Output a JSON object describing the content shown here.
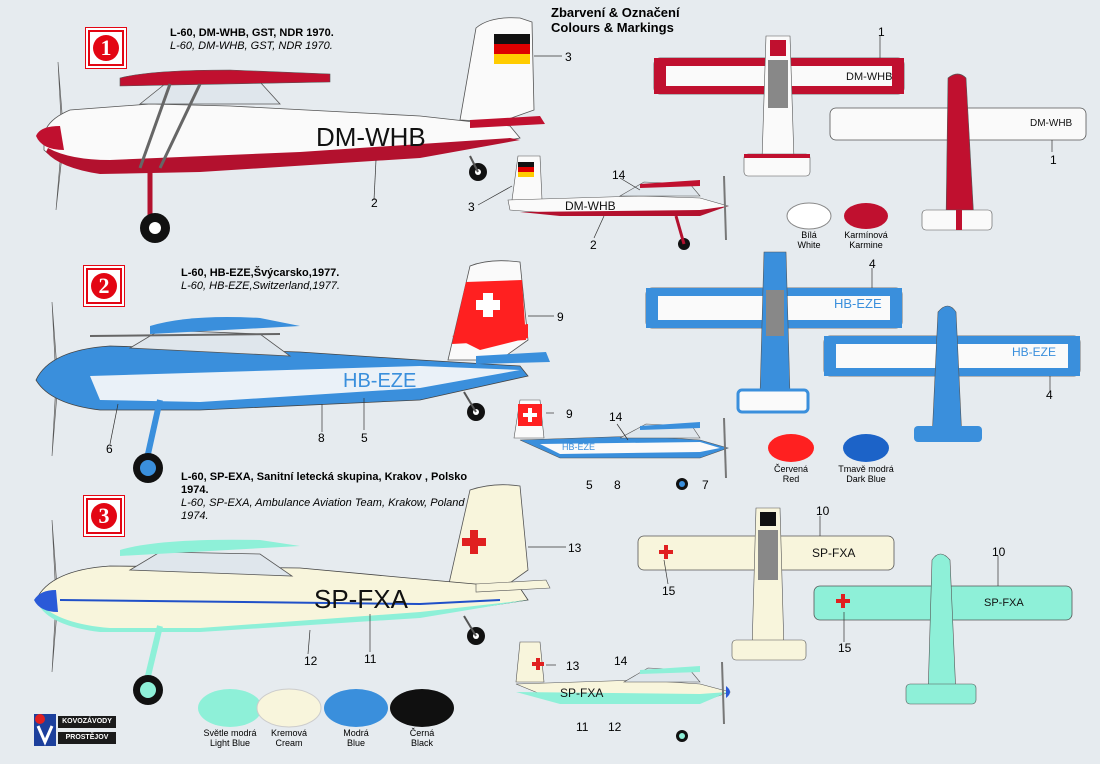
{
  "header": {
    "title_cz": "Zbarvení & Označení",
    "title_en": "Colours & Markings"
  },
  "schemes": [
    {
      "badge": "1",
      "caption_cz": "L-60, DM-WHB, GST, NDR 1970.",
      "caption_en": "L-60, DM-WHB, GST, NDR 1970.",
      "registration": "DM-WHB"
    },
    {
      "badge": "2",
      "caption_cz": "L-60, HB-EZE,Švýcarsko,1977.",
      "caption_en": "L-60, HB-EZE,Switzerland,1977.",
      "registration": "HB-EZE"
    },
    {
      "badge": "3",
      "caption_cz": "L-60, SP-EXA, Sanitní letecká skupina, Krakov , Polsko 1974.",
      "caption_en": "L-60, SP-EXA, Ambulance Aviation Team, Krakow, Poland 1974.",
      "registration": "SP-FXA"
    }
  ],
  "callouts": {
    "s1": [
      "3",
      "2",
      "3",
      "14",
      "2",
      "1",
      "1"
    ],
    "s2": [
      "9",
      "6",
      "8",
      "5",
      "9",
      "14",
      "5",
      "8",
      "7",
      "4",
      "4"
    ],
    "s3": [
      "13",
      "12",
      "11",
      "13",
      "14",
      "11",
      "12",
      "10",
      "15",
      "10",
      "15"
    ]
  },
  "swatches_top": [
    {
      "cz": "Bílá",
      "en": "White",
      "color": "#ffffff"
    },
    {
      "cz": "Karmínová",
      "en": "Karmine",
      "color": "#c0102f"
    }
  ],
  "swatches_mid": [
    {
      "cz": "Červená",
      "en": "Red",
      "color": "#ff2020"
    },
    {
      "cz": "Tmavě modrá",
      "en": "Dark Blue",
      "color": "#1c63c8"
    }
  ],
  "swatches_bottom": [
    {
      "cz": "Světle modrá",
      "en": "Light Blue",
      "color": "#8ef0d8"
    },
    {
      "cz": "Kremová",
      "en": "Cream",
      "color": "#f8f5dc"
    },
    {
      "cz": "Modrá",
      "en": "Blue",
      "color": "#3a8fdc"
    },
    {
      "cz": "Černá",
      "en": "Black",
      "color": "#101010"
    }
  ],
  "logo": {
    "line1": "KOVOZÁVODY",
    "line2": "PROSTĚJOV"
  }
}
